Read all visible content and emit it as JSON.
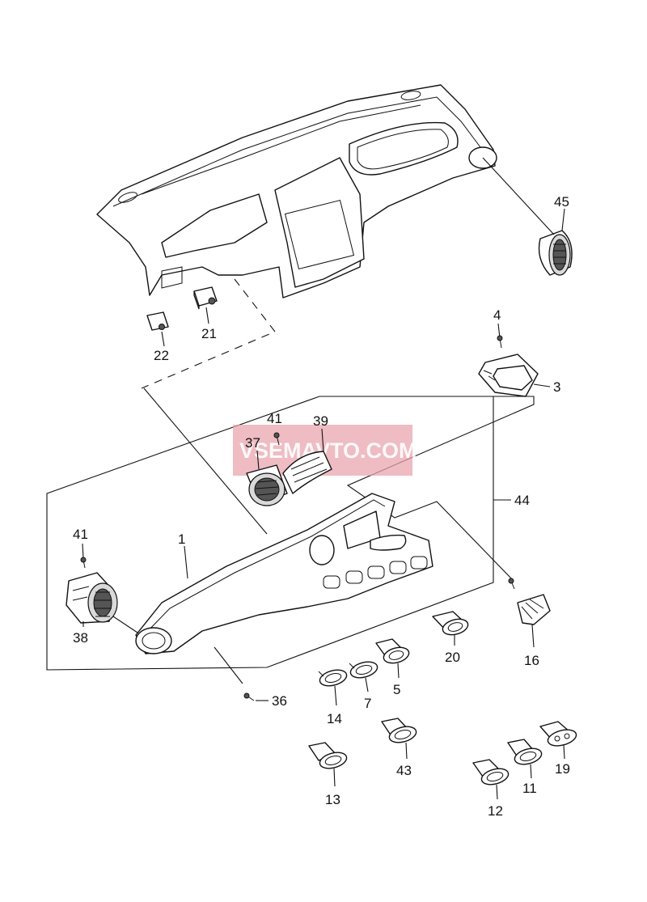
{
  "watermark": {
    "text": "VSEMAVTO.COM"
  },
  "callouts": {
    "c45": "45",
    "c4": "4",
    "c3": "3",
    "c21": "21",
    "c22": "22",
    "c41a": "41",
    "c39": "39",
    "c37": "37",
    "c44": "44",
    "c41b": "41",
    "c1": "1",
    "c38": "38",
    "c16": "16",
    "c20": "20",
    "c36": "36",
    "c5": "5",
    "c7": "7",
    "c14": "14",
    "c43": "43",
    "c13": "13",
    "c19": "19",
    "c11": "11",
    "c12": "12"
  },
  "colors": {
    "line": "#111111",
    "watermark_band": "#e8a6ad",
    "paper": "#ffffff"
  }
}
